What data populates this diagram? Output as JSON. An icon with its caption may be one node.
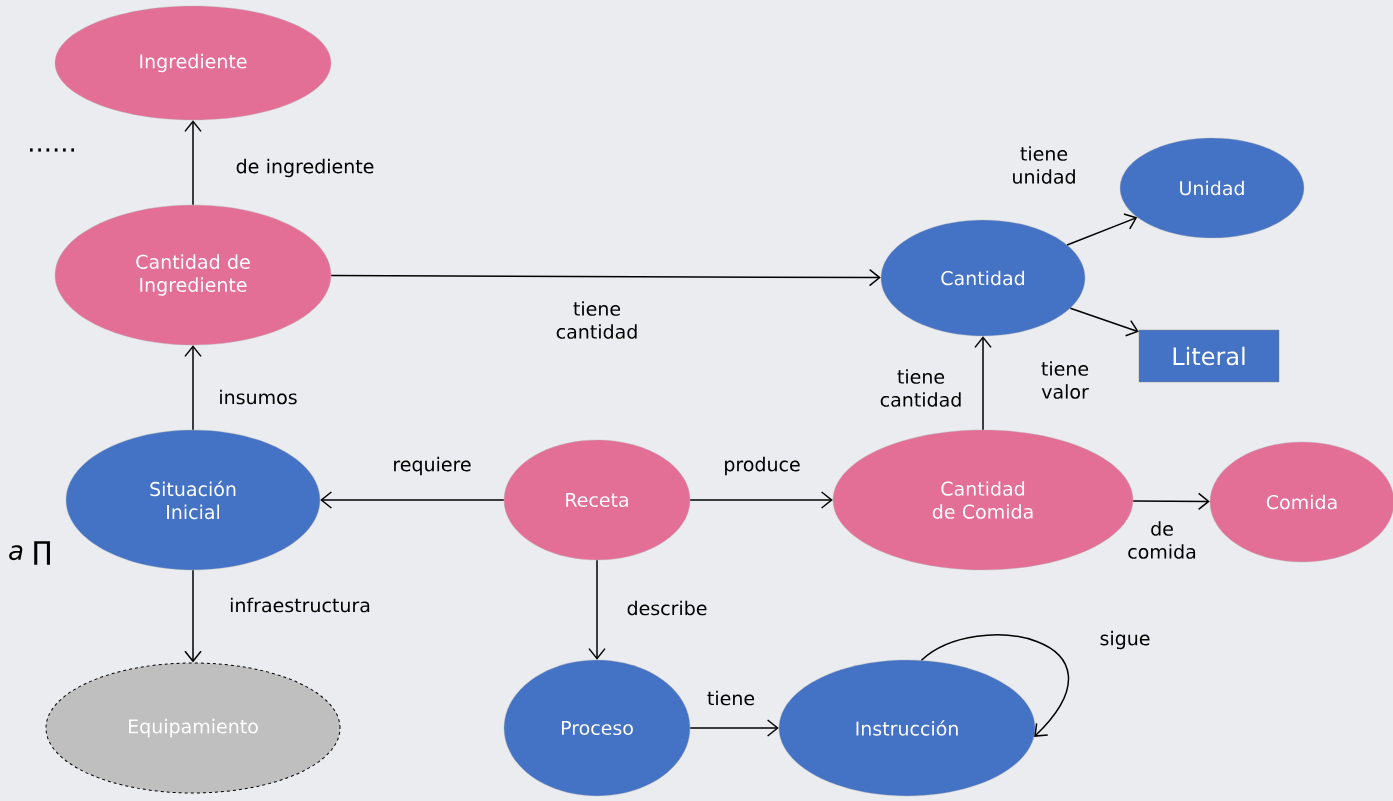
{
  "diagram": {
    "nodes": [
      {
        "text": [
          "Ingrediente"
        ]
      },
      {
        "text": [
          "Cantidad de Ingrediente"
        ]
      },
      {
        "text": [
          "Unidad"
        ]
      },
      {
        "text": [
          "Cantidad"
        ]
      },
      {
        "text": [
          "Literal"
        ]
      },
      {
        "text": [
          "Situación Inicial"
        ]
      },
      {
        "text": [
          "Receta"
        ]
      },
      {
        "text": [
          "Cantidad de Comida"
        ]
      },
      {
        "text": [
          "Comida"
        ]
      },
      {
        "text": [
          "Equipamiento"
        ]
      },
      {
        "text": [
          "Proceso"
        ]
      },
      {
        "text": [
          "Instrucción"
        ]
      }
    ],
    "edges": [
      {
        "from": 1,
        "to": 0,
        "arrow": "to",
        "label": "de ingrediente"
      },
      {
        "from": 1,
        "to": 3,
        "arrow": "to",
        "label": "tiene cantidad"
      },
      {
        "from": 3,
        "to": 2,
        "arrow": "to",
        "label": "tiene unidad"
      },
      {
        "from": 3,
        "to": 4,
        "arrow": "to",
        "label": "tiene valor"
      },
      {
        "from": 5,
        "to": 1,
        "arrow": "to",
        "label": "insumos"
      },
      {
        "from": 6,
        "to": 5,
        "arrow": "to",
        "label": "requiere"
      },
      {
        "from": 6,
        "to": 7,
        "arrow": "to",
        "label": "produce"
      },
      {
        "from": 7,
        "to": 3,
        "arrow": "to",
        "label": "tiene cantidad"
      },
      {
        "from": 7,
        "to": 8,
        "arrow": "to",
        "label": "de comida"
      },
      {
        "from": 5,
        "to": 9,
        "arrow": "to",
        "label": "infraestructura"
      },
      {
        "from": 6,
        "to": 10,
        "arrow": "to",
        "label": "describe"
      },
      {
        "from": 10,
        "to": 11,
        "arrow": "to",
        "label": "tiene"
      },
      {
        "from": 11,
        "to": 11,
        "arrow": "to",
        "label": "sigue"
      }
    ],
    "labels": [
      "......",
      "*a* ∏"
    ]
  }
}
